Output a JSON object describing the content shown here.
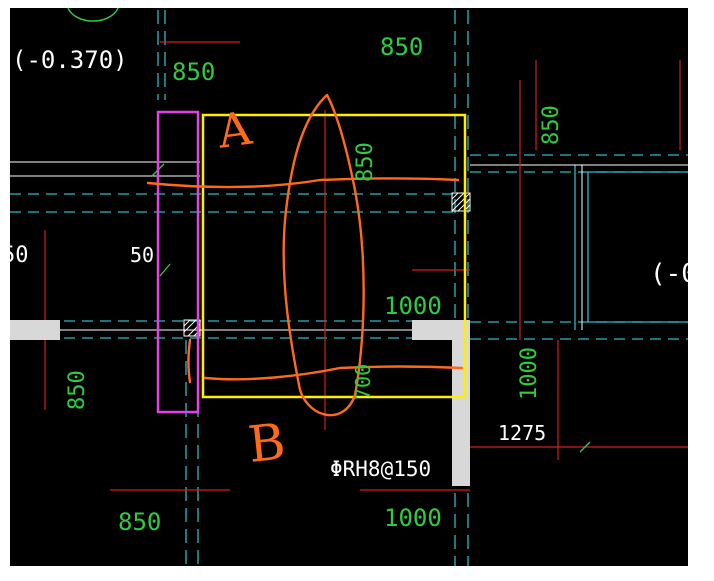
{
  "drawing": {
    "background_color": "#000000",
    "colors": {
      "gridline_cyan": "#2fb8c8",
      "wall_white": "#ffffff",
      "dim_red": "#d21e1e",
      "text_green": "#2ecc40",
      "text_white": "#ffffff",
      "highlight_yellow": "#ffee00",
      "highlight_magenta": "#e83ee8",
      "sketch_orange": "#ff6a1a",
      "column_gray": "#d8d8d8"
    },
    "texts": {
      "level_mark": "(-0.370)",
      "dim_top_left": "850",
      "dim_top_mid": "850",
      "dim_vertical_right": "850",
      "dim_vertical_center": "850",
      "dim_left_50": "50",
      "dim_left_edge": "50",
      "level_mark_right": "(-0",
      "dim_1000_mid": "1000",
      "dim_vertical_bottom_left": "850",
      "dim_vertical_lower_center": "700",
      "dim_vertical_right_lower": "1000",
      "dim_1275": "1275",
      "rebar_label": "ΦRH8@150",
      "dim_bottom_left": "850",
      "dim_bottom_mid": "1000"
    },
    "annotations": {
      "letter_a": "A",
      "letter_b": "B"
    }
  }
}
